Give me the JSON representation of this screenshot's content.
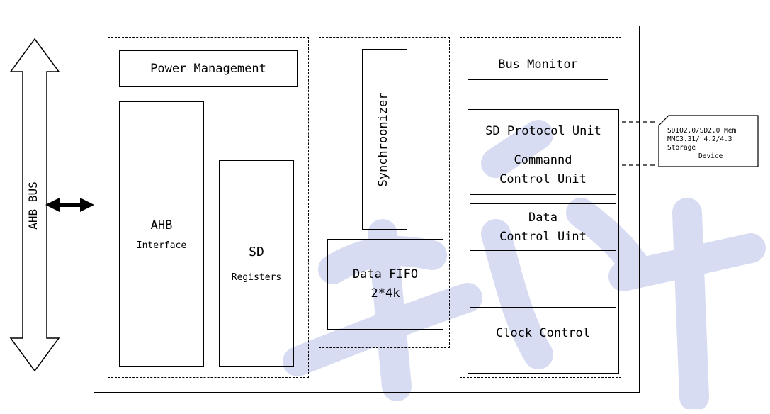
{
  "bus": {
    "label": "AHB BUS"
  },
  "power": {
    "label": "Power Management"
  },
  "ahb_interface": {
    "title": "AHB",
    "subtitle": "Interface"
  },
  "sd_registers": {
    "title": "SD",
    "subtitle": "Registers"
  },
  "synchronizer": {
    "label": "Synchroonizer"
  },
  "data_fifo": {
    "line1": "Data FIFO",
    "line2": "2*4k"
  },
  "bus_monitor": {
    "label": "Bus Monitor"
  },
  "protocol_unit": {
    "title": "SD Protocol Unit",
    "command": {
      "line1": "Commannd",
      "line2": "Control Unit"
    },
    "data": {
      "line1": "Data",
      "line2": "Control Uint"
    },
    "clock": {
      "label": "Clock Control"
    }
  },
  "storage_device": {
    "line1": "SDIO2.0/SD2.0 Mem",
    "line2": "MMC3.31/ 4.2/4.3",
    "line3": "Storage",
    "line4": "Device"
  },
  "colors": {
    "line": "#000000",
    "watermark": "#d7dcf2"
  }
}
